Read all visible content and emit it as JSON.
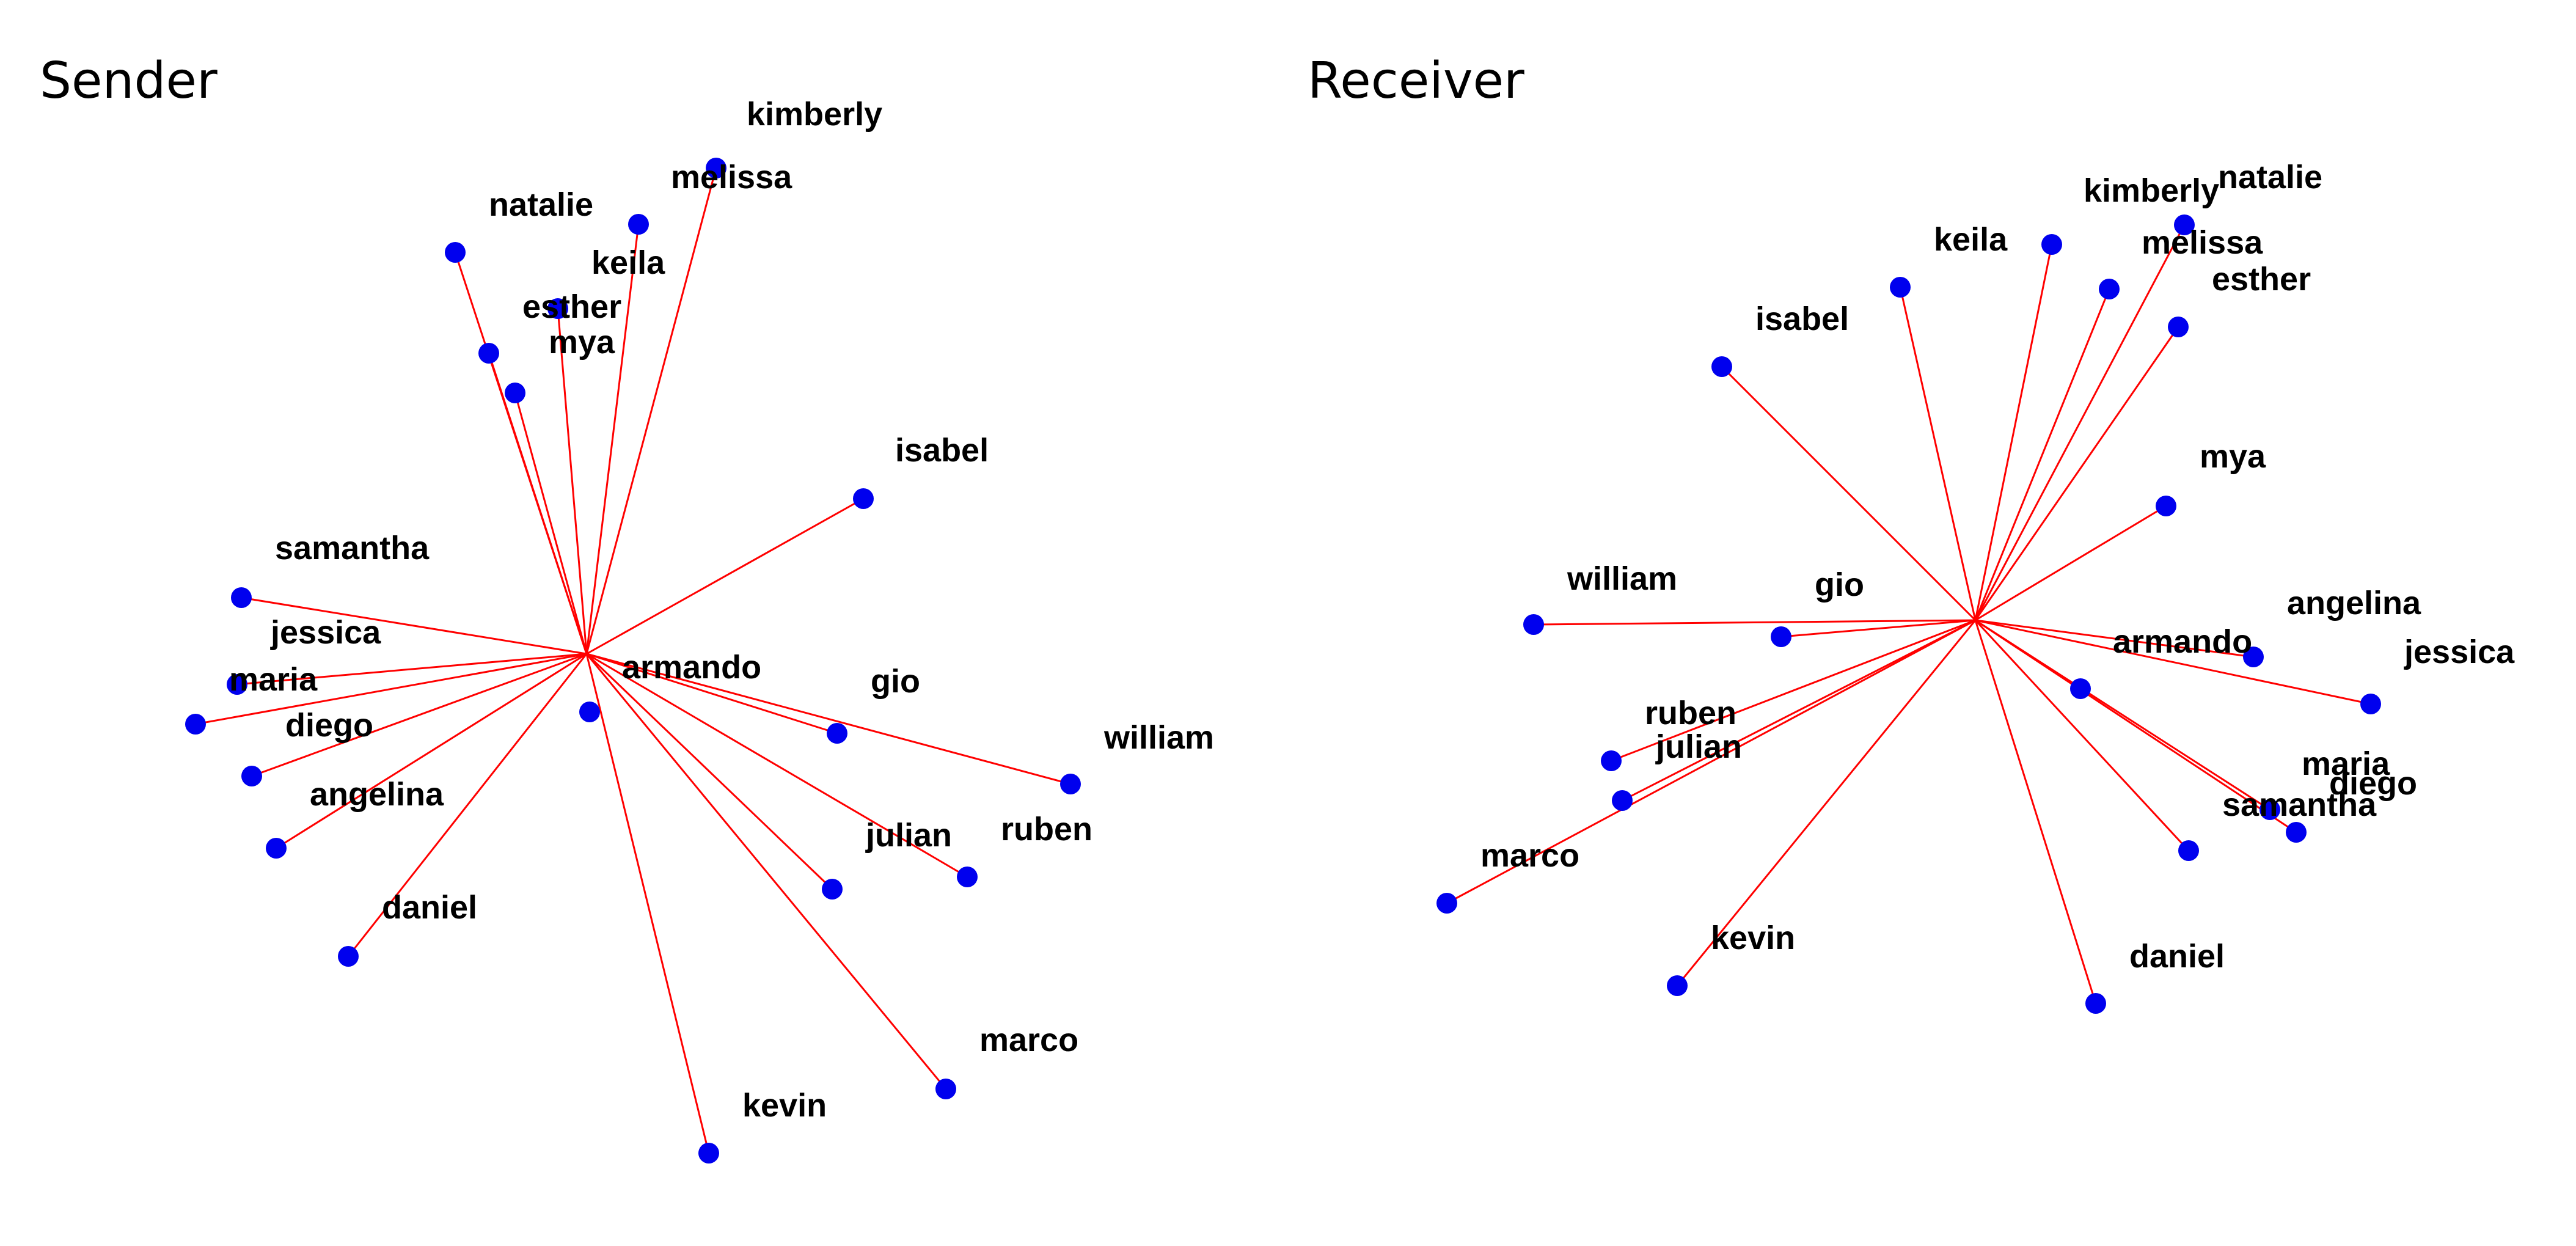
{
  "figure": {
    "colors": {
      "edge": "#ff0000",
      "node": "#0000ee",
      "background": "#ffffff",
      "text": "#000000"
    }
  },
  "panels": [
    {
      "title": "Sender",
      "nodes": [
        "armando",
        "kimberly",
        "melissa",
        "natalie",
        "keila",
        "esther",
        "mya",
        "isabel",
        "samantha",
        "jessica",
        "maria",
        "diego",
        "angelina",
        "daniel",
        "gio",
        "william",
        "julian",
        "ruben",
        "marco",
        "kevin"
      ],
      "edges": [
        [
          "armando",
          "melissa"
        ],
        [
          "armando",
          "natalie"
        ],
        [
          "armando",
          "keila"
        ],
        [
          "armando",
          "esther"
        ],
        [
          "armando",
          "mya"
        ],
        [
          "armando",
          "isabel"
        ],
        [
          "armando",
          "samantha"
        ],
        [
          "armando",
          "jessica"
        ],
        [
          "armando",
          "maria"
        ],
        [
          "armando",
          "diego"
        ],
        [
          "armando",
          "angelina"
        ],
        [
          "armando",
          "daniel"
        ],
        [
          "armando",
          "gio"
        ],
        [
          "armando",
          "william"
        ],
        [
          "armando",
          "julian"
        ],
        [
          "armando",
          "ruben"
        ],
        [
          "armando",
          "marco"
        ],
        [
          "armando",
          "kevin"
        ],
        [
          "armando",
          "kimberly"
        ]
      ]
    },
    {
      "title": "Receiver",
      "nodes": [
        "armando",
        "kimberly",
        "natalie",
        "keila",
        "melissa",
        "esther",
        "isabel",
        "mya",
        "william",
        "gio",
        "angelina",
        "jessica",
        "ruben",
        "julian",
        "maria",
        "diego",
        "samantha",
        "marco",
        "kevin",
        "daniel"
      ],
      "edges": [
        [
          "armando",
          "isabel"
        ],
        [
          "armando",
          "keila"
        ],
        [
          "armando",
          "kimberly"
        ],
        [
          "armando",
          "melissa"
        ],
        [
          "armando",
          "natalie"
        ],
        [
          "armando",
          "esther"
        ],
        [
          "armando",
          "mya"
        ],
        [
          "armando",
          "william"
        ],
        [
          "armando",
          "gio"
        ],
        [
          "armando",
          "angelina"
        ],
        [
          "armando",
          "jessica"
        ],
        [
          "armando",
          "ruben"
        ],
        [
          "armando",
          "julian"
        ],
        [
          "armando",
          "marco"
        ],
        [
          "armando",
          "kevin"
        ],
        [
          "armando",
          "daniel"
        ],
        [
          "armando",
          "samantha"
        ],
        [
          "armando",
          "diego"
        ],
        [
          "armando",
          "maria"
        ]
      ]
    }
  ]
}
